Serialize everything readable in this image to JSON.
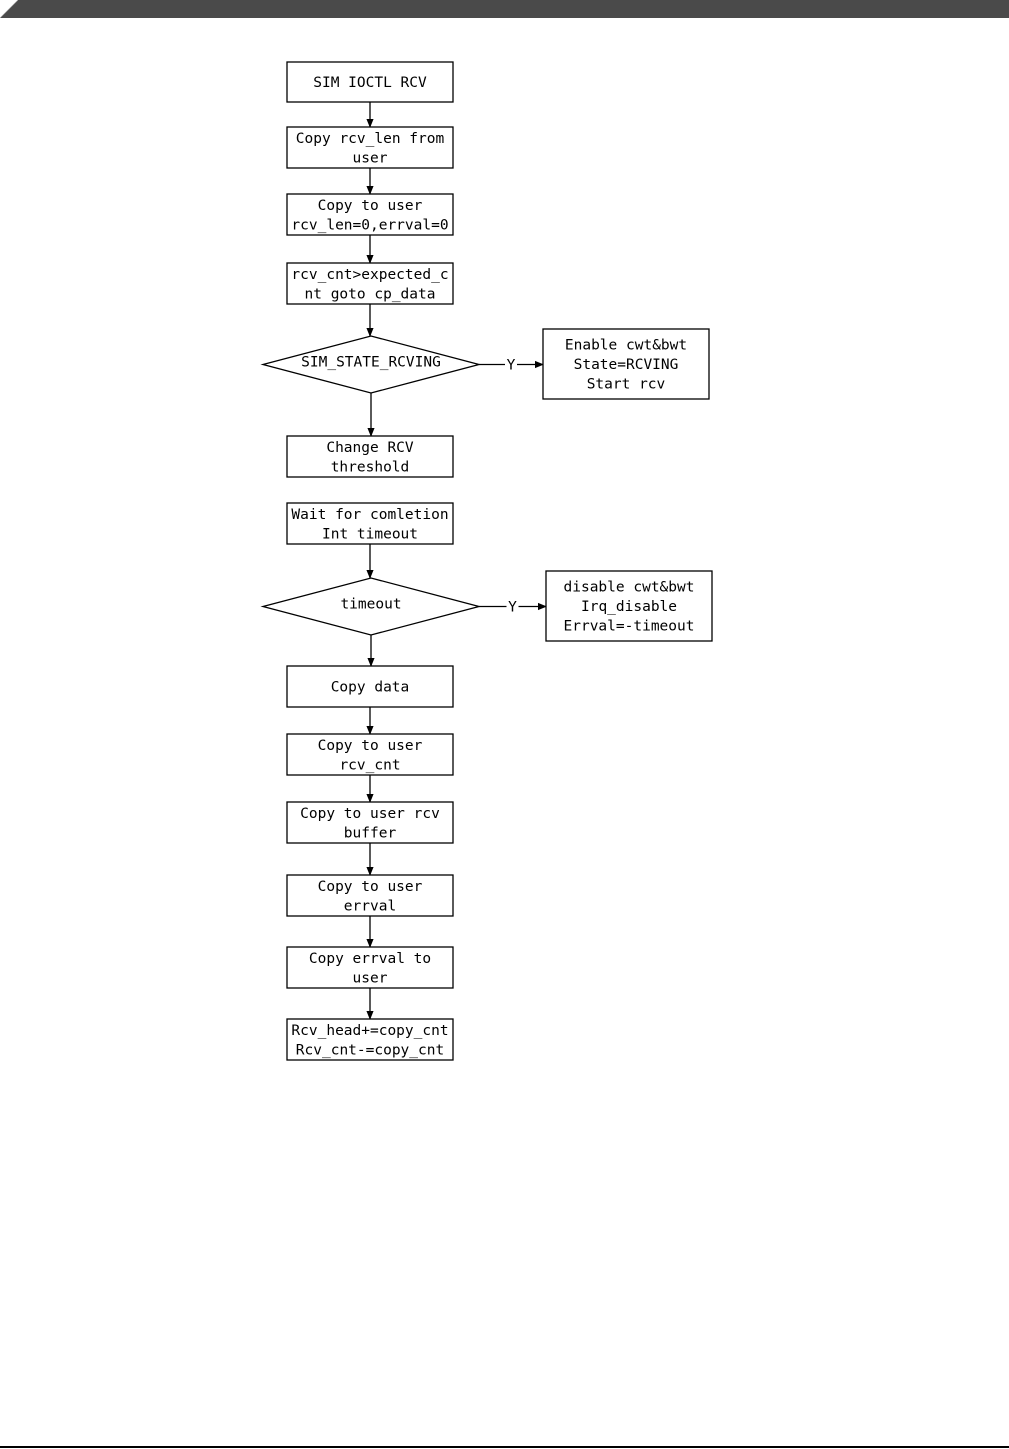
{
  "colors": {
    "header_bar": "#4a4a4a",
    "line": "#000000",
    "background": "#ffffff"
  },
  "nodes": [
    {
      "id": "n1",
      "shape": "box",
      "lines": [
        "SIM IOCTL RCV"
      ]
    },
    {
      "id": "n2",
      "shape": "box",
      "lines": [
        "Copy rcv_len from",
        "user"
      ]
    },
    {
      "id": "n3",
      "shape": "box",
      "lines": [
        "Copy to user",
        "rcv_len=0,errval=0"
      ]
    },
    {
      "id": "n4",
      "shape": "box",
      "lines": [
        "rcv_cnt>expected_c",
        "nt goto cp_data"
      ]
    },
    {
      "id": "n5",
      "shape": "diamond",
      "lines": [
        "SIM_STATE_RCVING"
      ]
    },
    {
      "id": "n6",
      "shape": "box",
      "lines": [
        "Enable cwt&bwt",
        "State=RCVING",
        "Start rcv"
      ]
    },
    {
      "id": "n7",
      "shape": "box",
      "lines": [
        "Change RCV",
        "threshold"
      ]
    },
    {
      "id": "n8",
      "shape": "box",
      "lines": [
        "Wait for comletion",
        "Int timeout"
      ]
    },
    {
      "id": "n9",
      "shape": "diamond",
      "lines": [
        "timeout"
      ]
    },
    {
      "id": "n10",
      "shape": "box",
      "lines": [
        "disable cwt&bwt",
        "Irq_disable",
        "Errval=-timeout"
      ]
    },
    {
      "id": "n11",
      "shape": "box",
      "lines": [
        "Copy data"
      ]
    },
    {
      "id": "n12",
      "shape": "box",
      "lines": [
        "Copy to user",
        "rcv_cnt"
      ]
    },
    {
      "id": "n13",
      "shape": "box",
      "lines": [
        "Copy to user rcv",
        "buffer"
      ]
    },
    {
      "id": "n14",
      "shape": "box",
      "lines": [
        "Copy to user",
        "errval"
      ]
    },
    {
      "id": "n15",
      "shape": "box",
      "lines": [
        "Copy errval to",
        "user"
      ]
    },
    {
      "id": "n16",
      "shape": "box",
      "lines": [
        "Rcv_head+=copy_cnt",
        "Rcv_cnt-=copy_cnt"
      ]
    }
  ],
  "edges": [
    {
      "from": "n1",
      "to": "n2",
      "label": ""
    },
    {
      "from": "n2",
      "to": "n3",
      "label": ""
    },
    {
      "from": "n3",
      "to": "n4",
      "label": ""
    },
    {
      "from": "n4",
      "to": "n5",
      "label": ""
    },
    {
      "from": "n5",
      "to": "n6",
      "label": "Y"
    },
    {
      "from": "n5",
      "to": "n7",
      "label": ""
    },
    {
      "from": "n8",
      "to": "n9",
      "label": ""
    },
    {
      "from": "n9",
      "to": "n10",
      "label": "Y"
    },
    {
      "from": "n9",
      "to": "n11",
      "label": ""
    },
    {
      "from": "n11",
      "to": "n12",
      "label": ""
    },
    {
      "from": "n12",
      "to": "n13",
      "label": ""
    },
    {
      "from": "n13",
      "to": "n14",
      "label": ""
    },
    {
      "from": "n14",
      "to": "n15",
      "label": ""
    },
    {
      "from": "n15",
      "to": "n16",
      "label": ""
    }
  ]
}
